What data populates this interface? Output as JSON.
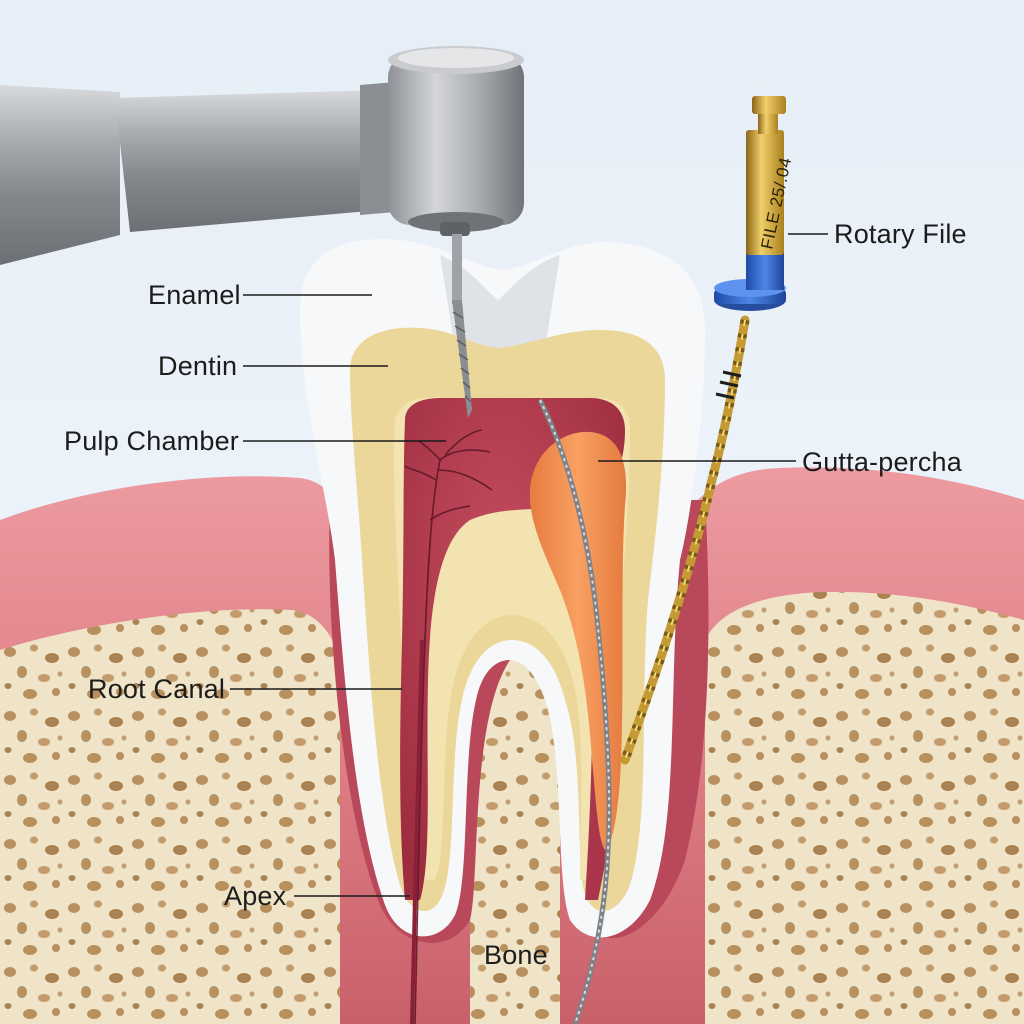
{
  "labels": {
    "enamel": "Enamel",
    "dentin": "Dentin",
    "pulp_chamber": "Pulp Chamber",
    "root_canal": "Root Canal",
    "apex": "Apex",
    "bone": "Bone",
    "rotary_file": "Rotary File",
    "gutta_percha": "Gutta-percha"
  },
  "instrument": {
    "file_marking": "FILE 25/.04"
  },
  "colors": {
    "background": "#eaf2f9",
    "gum": "#df7f86",
    "bone": "#efe3c8",
    "bone_pores": "#b7905e",
    "enamel": "#f7f8fa",
    "dentin": "#ecd79a",
    "pulp": "#b23c4e",
    "gutta_percha": "#f2894c",
    "rotary_file_gold": "#cfa339",
    "rotary_file_ring": "#2f62c8",
    "handpiece_metal": "#9ea1a6"
  },
  "icons": [
    "dental-handpiece-icon",
    "rotary-file-icon"
  ]
}
